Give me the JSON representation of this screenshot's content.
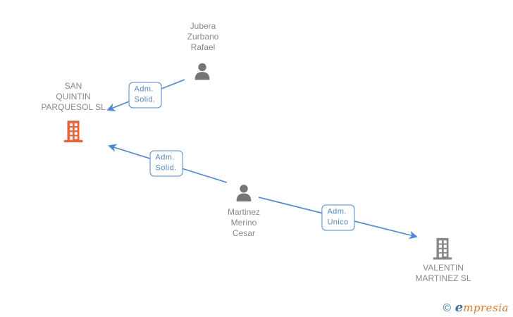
{
  "diagram": {
    "type": "corporate-relationship-graph",
    "background": "#ffffff"
  },
  "colors": {
    "edge_blue": "#4a86e8",
    "node_text_gray": "#8a8a8a",
    "person_icon_gray": "#757575",
    "company_icon_orange": "#f95b2e",
    "company_icon_gray": "#888888",
    "logo_teal": "#2e7e95",
    "logo_orange": "#ed7422"
  },
  "nodes": {
    "jubera": {
      "type": "person",
      "lines": [
        "Jubera",
        "Zurbano",
        "Rafael"
      ]
    },
    "san_quintin": {
      "type": "company",
      "lines": [
        "SAN",
        "QUINTIN",
        "PARQUESOL SL"
      ]
    },
    "martinez": {
      "type": "person",
      "lines": [
        "Martinez",
        "Merino",
        "Cesar"
      ]
    },
    "valentin": {
      "type": "company",
      "lines": [
        "VALENTIN",
        "MARTINEZ SL"
      ]
    }
  },
  "edges": {
    "jubera_to_san_quintin": {
      "label_lines": [
        "Adm.",
        "Solid."
      ]
    },
    "martinez_to_san_quintin": {
      "label_lines": [
        "Adm.",
        "Solid."
      ]
    },
    "martinez_to_valentin": {
      "label_lines": [
        "Adm.",
        "Unico"
      ]
    }
  },
  "logo": {
    "copyright_symbol": "©",
    "brand_initial": "e",
    "brand_rest": "mpresia"
  }
}
